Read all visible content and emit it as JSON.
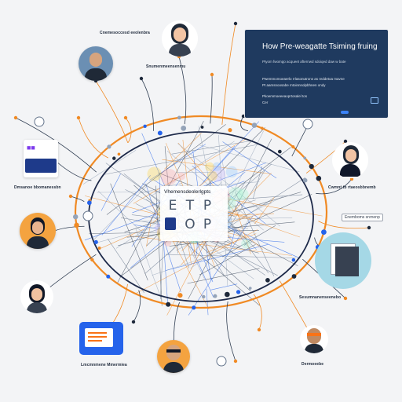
{
  "panel": {
    "title": "How Pre-weagatte Tsiming fruing",
    "sub": "Ptyom fwompp acqueet afternwd sdoiqed daw w bate",
    "body_lines": [
      "Pwemmomoeaerlo rrlasonutrons as reddetoa mavne",
      "Pt aamsnoosabe mtoinnnolpbhnen ondy",
      "Pkoemmoeeeaoprtosalel tos",
      "Cer"
    ]
  },
  "center_card": {
    "title": "Vhemensdeolerlgpts",
    "letters_row1": [
      "E",
      "T",
      "P"
    ],
    "letters_row2": [
      "O",
      "P"
    ]
  },
  "captions": {
    "top_left": "Cnemesoccesd eeolenbra",
    "top_middle": "Snumenmeensenmu",
    "left_device": "Dmsanoe bbomanessbn",
    "right_woman": "Cwmnt tb rtaeosbbnemb",
    "right_chip": "Enemboms snrnenp",
    "right_low": "Sesumnanenseenebo",
    "bottom_left": "Lmcmnmene Mmermiea",
    "bottom_right": "Dermoeebe"
  },
  "colors": {
    "panel_bg": "#1f3a5f",
    "ring_orange": "#f08a24",
    "ring_navy": "#1e2a4a",
    "accent_blue": "#2563eb"
  }
}
